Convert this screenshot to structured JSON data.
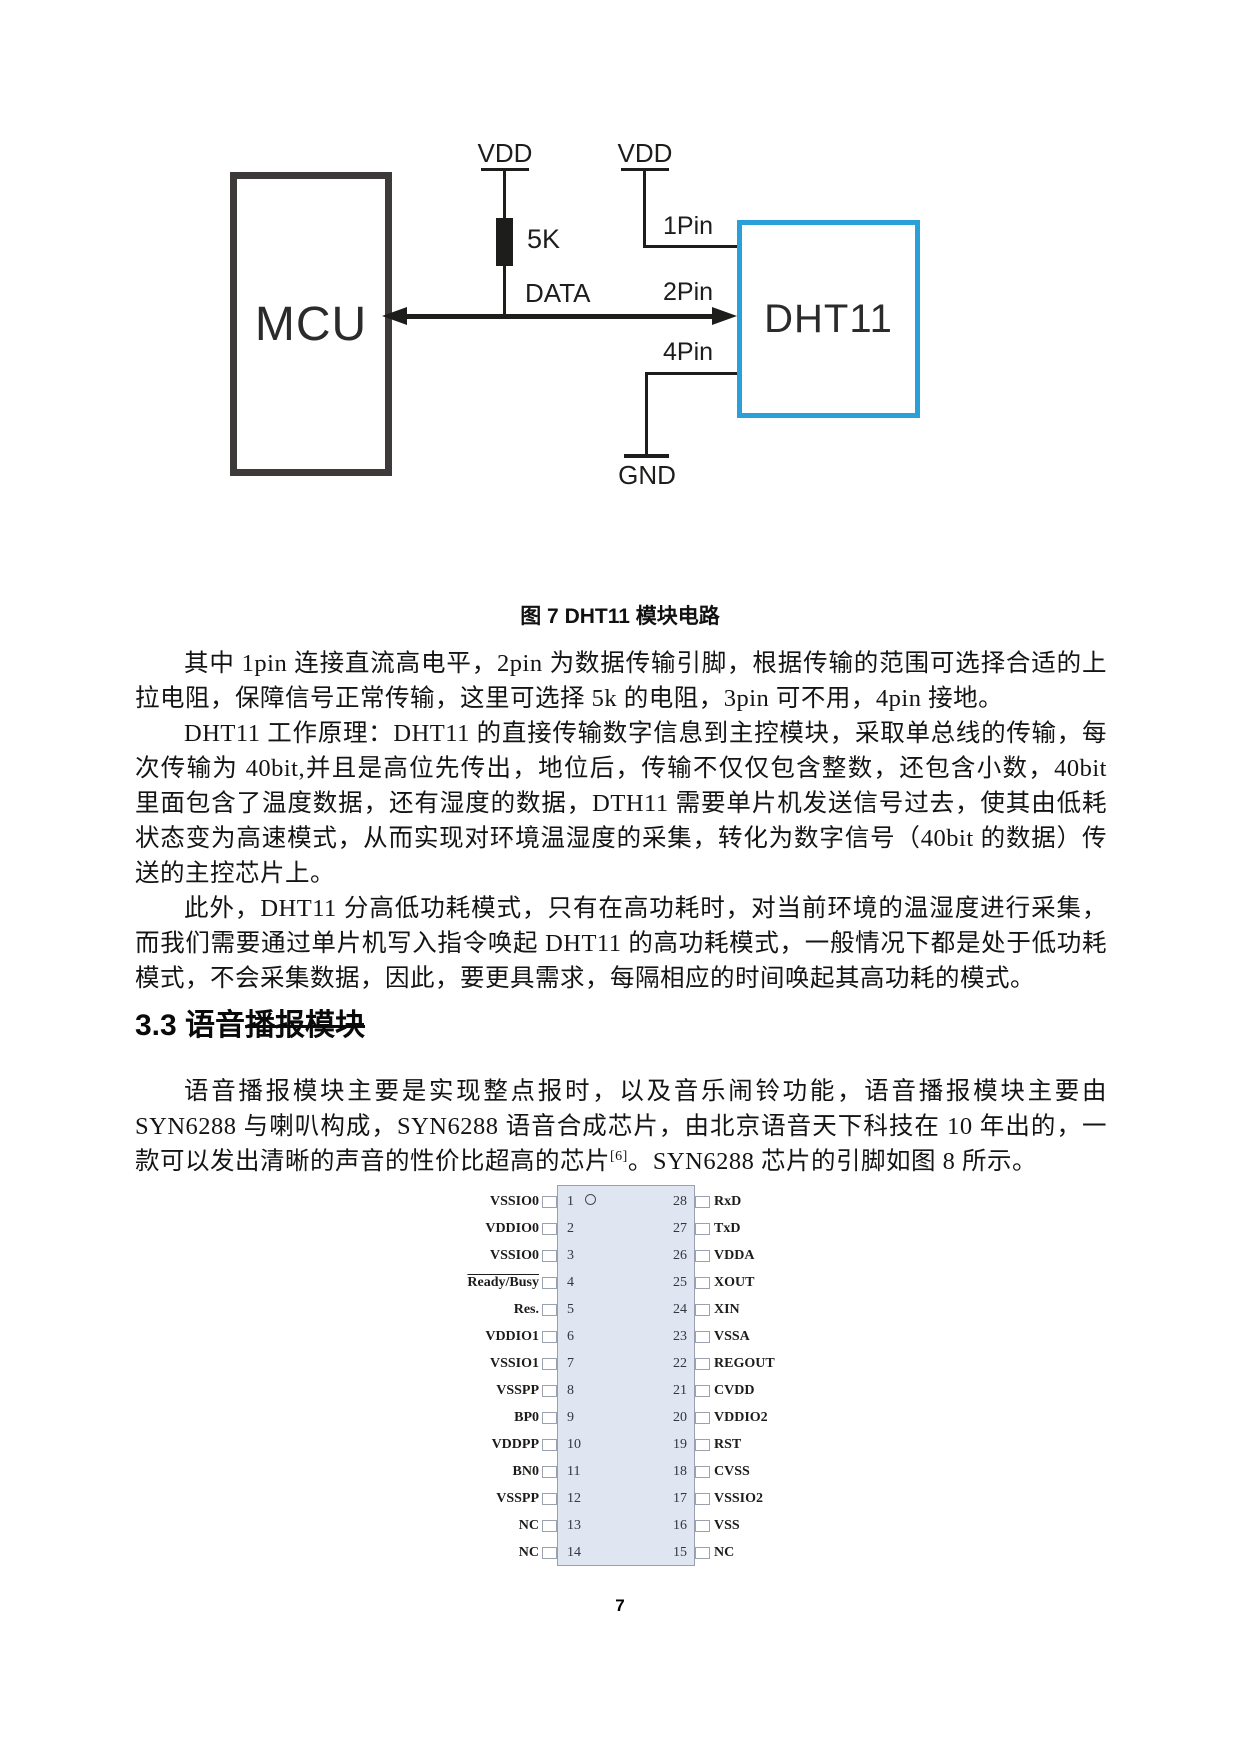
{
  "page": {
    "number": "7"
  },
  "figure_circuit": {
    "caption": "图 7  DHT11 模块电路",
    "mcu_label": "MCU",
    "dht_label": "DHT11",
    "vdd_left_label": "VDD",
    "vdd_right_label": "VDD",
    "resistor_label": "5K",
    "data_label": "DATA",
    "pin1_label": "1Pin",
    "pin2_label": "2Pin",
    "pin4_label": "4Pin",
    "gnd_label": "GND",
    "colors": {
      "dht_border": "#2ba0d8",
      "mcu_border": "#3e3a39",
      "wire": "#1d1d1b"
    }
  },
  "body": {
    "p1": "其中 1pin 连接直流高电平，2pin 为数据传输引脚，根据传输的范围可选择合适的上拉电阻，保障信号正常传输，这里可选择 5k 的电阻，3pin 可不用，4pin 接地。",
    "p2": "DHT11 工作原理：DHT11 的直接传输数字信息到主控模块，采取单总线的传输，每次传输为 40bit,并且是高位先传出，地位后，传输不仅仅包含整数，还包含小数，40bit 里面包含了温度数据，还有湿度的数据，DTH11 需要单片机发送信号过去，使其由低耗状态变为高速模式，从而实现对环境温湿度的采集，转化为数字信号（40bit 的数据）传送的主控芯片上。",
    "p3": "此外，DHT11 分高低功耗模式，只有在高功耗时，对当前环境的温湿度进行采集，而我们需要通过单片机写入指令唤起 DHT11 的高功耗模式，一般情况下都是处于低功耗模式，不会采集数据，因此，要更具需求，每隔相应的时间唤起其高功耗的模式。",
    "p4_before_ref": "语音播报模块主要是实现整点报时，以及音乐闹铃功能，语音播报模块主要由 SYN6288 与喇叭构成，SYN6288 语音合成芯片，由北京语音天下科技在 10 年出的，一款可以发出清晰的声音的性价比超高的芯片",
    "p4_ref": "[6]",
    "p4_after_ref": "。SYN6288 芯片的引脚如图 8 所示。"
  },
  "section": {
    "heading_prefix": "3.3 语音",
    "heading_struck": "播报模块"
  },
  "chip": {
    "body_fill": "#dfe5f1",
    "body_border": "#98a1b0",
    "left_pins": [
      {
        "label": "VSSIO0",
        "num": "1"
      },
      {
        "label": "VDDIO0",
        "num": "2"
      },
      {
        "label": "VSSIO0",
        "num": "3"
      },
      {
        "label": "Ready/Busy",
        "num": "4",
        "overline": true
      },
      {
        "label": "Res.",
        "num": "5"
      },
      {
        "label": "VDDIO1",
        "num": "6"
      },
      {
        "label": "VSSIO1",
        "num": "7"
      },
      {
        "label": "VSSPP",
        "num": "8"
      },
      {
        "label": "BP0",
        "num": "9"
      },
      {
        "label": "VDDPP",
        "num": "10"
      },
      {
        "label": "BN0",
        "num": "11"
      },
      {
        "label": "VSSPP",
        "num": "12"
      },
      {
        "label": "NC",
        "num": "13"
      },
      {
        "label": "NC",
        "num": "14"
      }
    ],
    "right_pins": [
      {
        "label": "RxD",
        "num": "28"
      },
      {
        "label": "TxD",
        "num": "27"
      },
      {
        "label": "VDDA",
        "num": "26"
      },
      {
        "label": "XOUT",
        "num": "25"
      },
      {
        "label": "XIN",
        "num": "24"
      },
      {
        "label": "VSSA",
        "num": "23"
      },
      {
        "label": "REGOUT",
        "num": "22"
      },
      {
        "label": "CVDD",
        "num": "21"
      },
      {
        "label": "VDDIO2",
        "num": "20"
      },
      {
        "label": "RST",
        "num": "19"
      },
      {
        "label": "CVSS",
        "num": "18"
      },
      {
        "label": "VSSIO2",
        "num": "17"
      },
      {
        "label": "VSS",
        "num": "16"
      },
      {
        "label": "NC",
        "num": "15"
      }
    ]
  }
}
